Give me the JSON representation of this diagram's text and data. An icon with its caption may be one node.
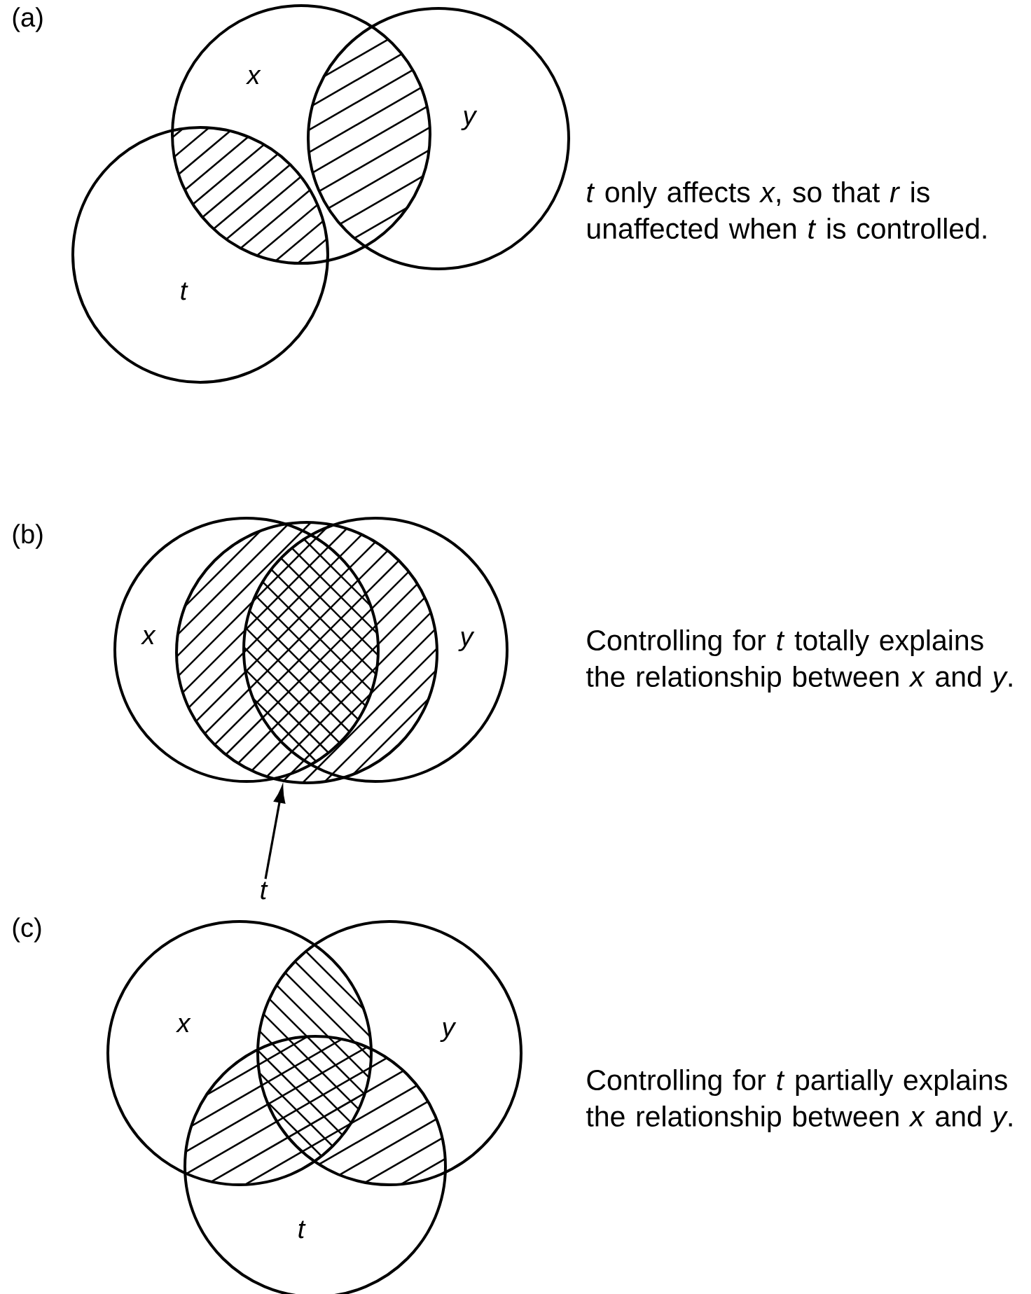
{
  "diagram": {
    "nodes": [
      {
        "text": [
          "x"
        ]
      },
      {
        "text": [
          "y"
        ]
      },
      {
        "text": [
          "t"
        ]
      },
      {
        "text": [
          "x"
        ]
      },
      {
        "text": [],
        "shape": "circle"
      },
      {
        "text": [
          "y"
        ]
      },
      {
        "text": [
          "t"
        ]
      },
      {
        "text": [
          "x"
        ]
      },
      {
        "text": [
          "y"
        ]
      },
      {
        "text": [
          "t"
        ]
      }
    ],
    "edges": [
      {
        "from": 6,
        "to": 4,
        "arrow": "to"
      }
    ],
    "labels": [
      "(a)",
      "*t* only affects *x*, so that *r* is unaffected when *t* is controlled.",
      "(b)",
      "Controlling for *t*  totally explains the relationship between *x* and *y*.",
      "(c)",
      "Controlling for *t*  partially explains the relationship between *x* and *y*."
    ]
  }
}
